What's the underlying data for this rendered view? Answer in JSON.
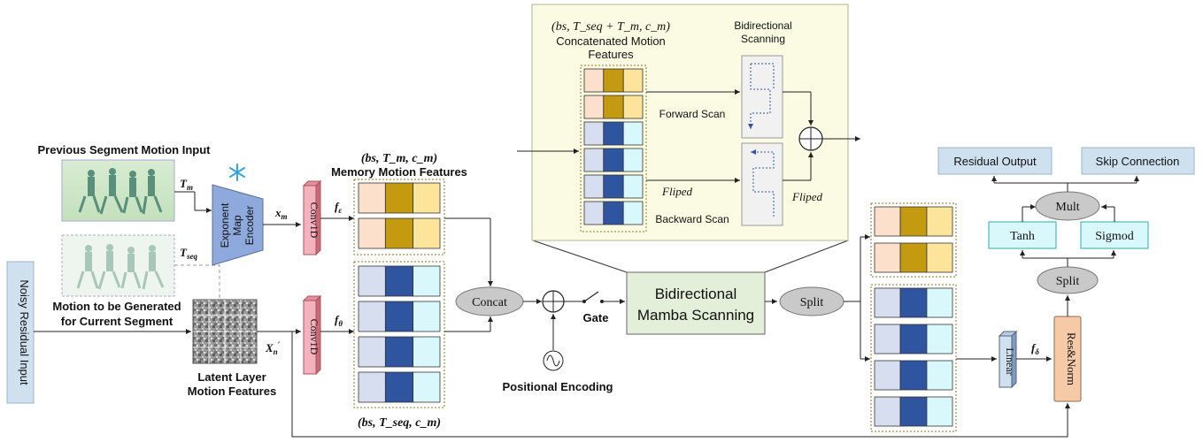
{
  "inputs": {
    "noisy_residual": "Noisy Residual Input",
    "prev_segment": "Previous Segment Motion Input",
    "motion_generated_line1": "Motion to be Generated",
    "motion_generated_line2": "for Current Segment"
  },
  "symbols": {
    "t_m": "T",
    "t_m_sub": "m",
    "t_seq": "T",
    "t_seq_sub": "seq",
    "x_m": "x",
    "x_m_sub": "m",
    "x_n": "X",
    "x_n_sub": "n",
    "x_n_prime": "′",
    "f_eps": "f",
    "f_eps_sub": "ε",
    "f_theta": "f",
    "f_theta_sub": "θ",
    "f_delta": "f",
    "f_delta_sub": "δ"
  },
  "encoder": {
    "line1": "Exponent",
    "line2": "Map",
    "line3": "Encoder"
  },
  "conv_top": "Conv1D",
  "conv_bottom": "Conv1D",
  "latent": {
    "line1": "Latent Layer",
    "line2": "Motion Features"
  },
  "memory": {
    "shape": "(bs, T_m, c_m)",
    "label": "Memory Motion Features"
  },
  "seq_shape": "(bs, T_seq, c_m)",
  "concat": "Concat",
  "gate": "Gate",
  "positional_encoding": "Positional Encoding",
  "mamba": {
    "line1": "Bidirectional",
    "line2": "Mamba Scanning"
  },
  "split_mid": "Split",
  "inset": {
    "shape": "(bs, T_seq + T_m, c_m)",
    "label_line1": "Concatenated Motion",
    "label_line2": "Features",
    "scan_title_line1": "Bidirectional",
    "scan_title_line2": "Scanning",
    "forward": "Forward Scan",
    "backward": "Backward Scan",
    "fliped_left": "Fliped",
    "fliped_right": "Fliped"
  },
  "linear": "Linear",
  "res_norm": "Res&Norm",
  "split_right": "Split",
  "tanh": "Tanh",
  "sigmod": "Sigmod",
  "mult": "Mult",
  "residual_output": "Residual Output",
  "skip_connection": "Skip Connection",
  "colors": {
    "peach": "#fce0cc",
    "gold": "#c39a10",
    "yellow": "#fde49b",
    "lavender": "#d7def0",
    "navy": "#2f55a0",
    "cyan": "#d8f8fb",
    "inset_bg": "#fbfbe3",
    "mamba_bg": "#e3efd9",
    "conv_pink": "#f4b2be",
    "encoder_blue": "#8ea9db",
    "light_blue_box": "#cfe0ef",
    "resnorm": "#f6c9a7"
  }
}
